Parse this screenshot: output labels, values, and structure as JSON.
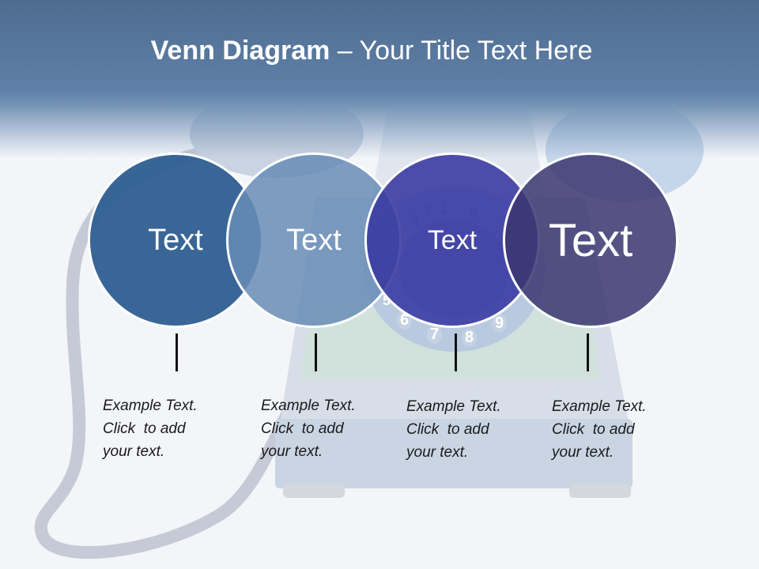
{
  "title": {
    "bold": "Venn Diagram",
    "rest": " – Your Title Text Here"
  },
  "colors": {
    "circle1": "#3b6a9c",
    "circle2": "#6d90b8",
    "circle3": "#3f3fa6",
    "circle4": "#464378"
  },
  "circles": [
    {
      "label": "Text"
    },
    {
      "label": "Text"
    },
    {
      "label": "Text"
    },
    {
      "label": "Text"
    }
  ],
  "descriptions": [
    {
      "lines": [
        "Example Text.",
        "Click  to add",
        "your text."
      ]
    },
    {
      "lines": [
        "Example Text.",
        "Click  to add",
        "your text."
      ]
    },
    {
      "lines": [
        "Example Text.",
        "Click  to add",
        "your text."
      ]
    },
    {
      "lines": [
        "Example Text.",
        "Click  to add",
        "your text."
      ]
    }
  ],
  "dial_digits": [
    "1",
    "2",
    "3",
    "0",
    "6",
    "7",
    "8",
    "9",
    "5"
  ]
}
